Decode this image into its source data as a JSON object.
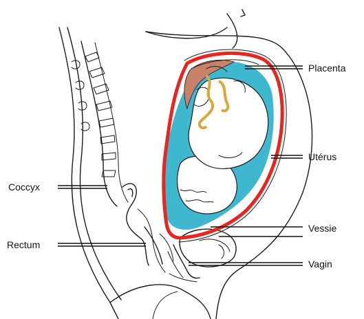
{
  "labels": {
    "placenta": "Placenta",
    "uterus": "Utérus",
    "vessie": "Vessie",
    "vagin": "Vagin",
    "coccyx": "Coccyx",
    "rectum": "Rectum"
  },
  "colors": {
    "uterus_wall": "#e8251f",
    "amniotic_fluid": "#3fb8cf",
    "placenta": "#c9826a",
    "umbilical_cord": "#d8a83a",
    "line": "#1a1a1a"
  }
}
